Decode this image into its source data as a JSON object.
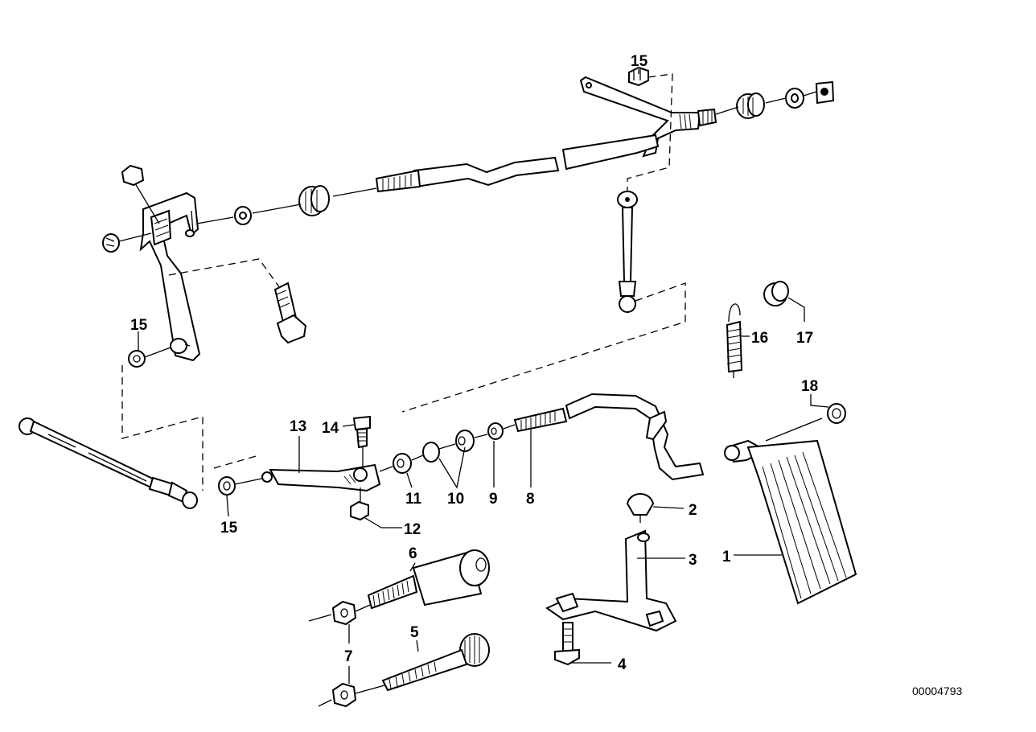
{
  "diagram": {
    "document_number": "00004793",
    "labels": {
      "p1": "1",
      "p2": "2",
      "p3": "3",
      "p4": "4",
      "p5": "5",
      "p6": "6",
      "p7": "7",
      "p8": "8",
      "p9": "9",
      "p10": "10",
      "p11": "11",
      "p12": "12",
      "p13": "13",
      "p14": "14",
      "p15a": "15",
      "p15b": "15",
      "p15c": "15",
      "p16": "16",
      "p17": "17",
      "p18": "18"
    }
  }
}
